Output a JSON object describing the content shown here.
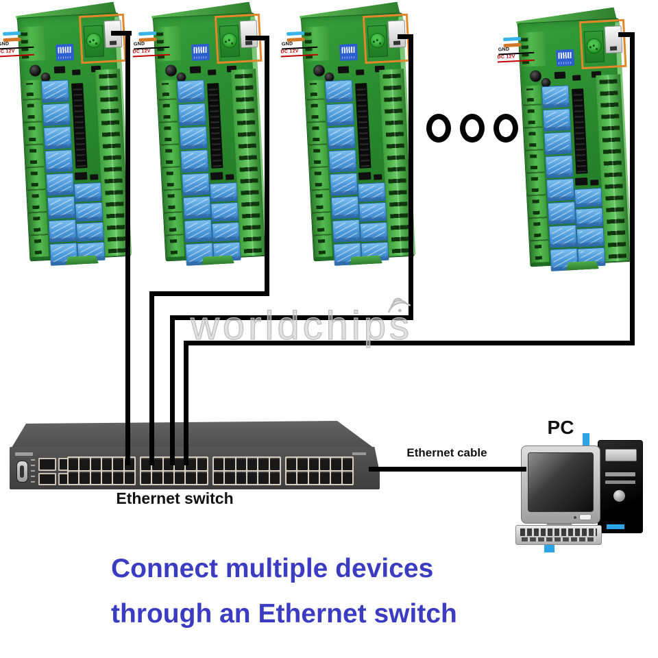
{
  "watermark": {
    "text": "worldchips",
    "icon": "wifi-icon",
    "color": "#bdbdbd"
  },
  "relay_board": {
    "gnd_label": "GND",
    "power_label": "DC 12V",
    "ethernet_highlight_color": "#e2882a",
    "count": 4
  },
  "ellipsis": {
    "count": 3
  },
  "ethernet_switch": {
    "label": "Ethernet switch"
  },
  "cable": {
    "label": "Ethernet cable"
  },
  "pc": {
    "label": "PC"
  },
  "caption": {
    "line1": "Connect multiple devices",
    "line2": "through an Ethernet switch",
    "color": "#3b3cc2"
  },
  "colors": {
    "cable_black": "#000000",
    "pcb_green": "#2a8a2e",
    "terminal_green": "#4db14a",
    "relay_blue": "#4a97d8",
    "switch_gray": "#4b4b4b",
    "accent_blue": "#2da3e8"
  }
}
